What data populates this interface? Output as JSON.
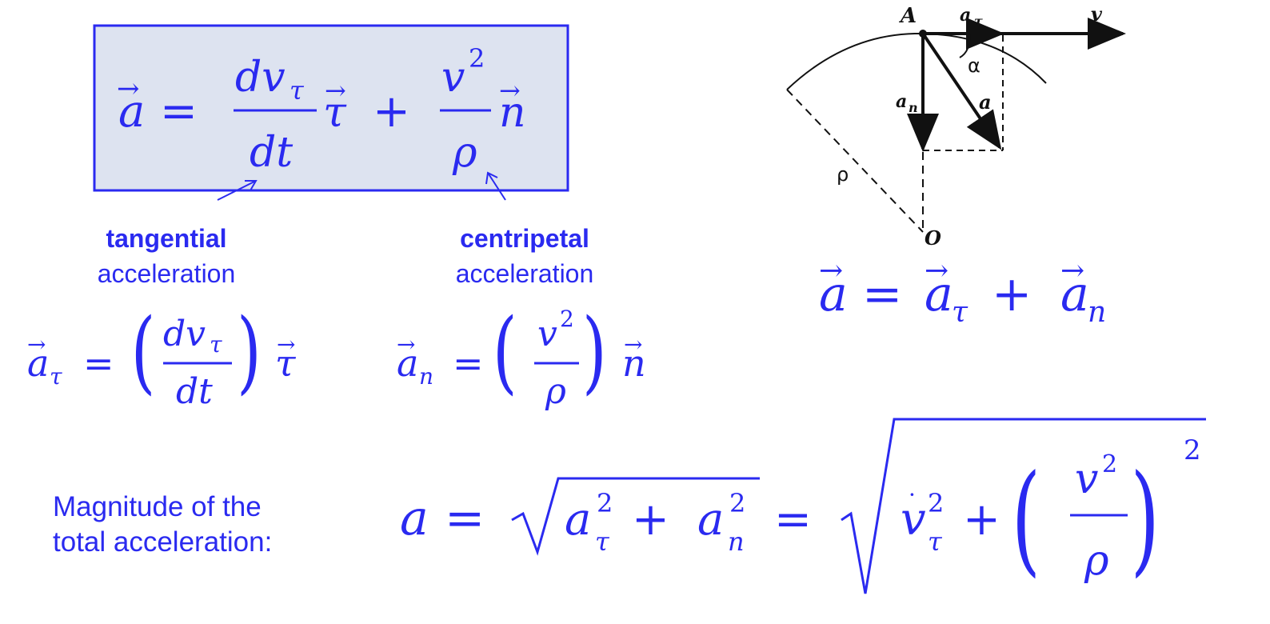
{
  "main_formula": {
    "lhs": "a",
    "eq": "=",
    "t1_num": "dv",
    "t1_num_sub": "τ",
    "t1_den": "dt",
    "tau_vec": "τ",
    "plus": "+",
    "t2_num": "v",
    "t2_num_sup": "2",
    "t2_den": "ρ",
    "n_vec": "n"
  },
  "labels": {
    "tangential_bold": "tangential",
    "tangential_sub": "acceleration",
    "centripetal_bold": "centripetal",
    "centripetal_sub": "acceleration"
  },
  "tangential_formula": {
    "lhs": "a",
    "lhs_sub": "τ",
    "num": "dv",
    "num_sub": "τ",
    "den": "dt",
    "vec": "τ"
  },
  "normal_formula": {
    "lhs": "a",
    "lhs_sub": "n",
    "num": "v",
    "num_sup": "2",
    "den": "ρ",
    "vec": "n"
  },
  "sum_formula": {
    "lhs": "a",
    "t1": "a",
    "t1_sub": "τ",
    "t2": "a",
    "t2_sub": "n"
  },
  "magnitude": {
    "text_line1": "Magnitude of the",
    "text_line2": "total acceleration:",
    "lhs": "a",
    "r1": "a",
    "r1_sub": "τ",
    "r1_sup": "2",
    "r2": "a",
    "r2_sub": "n",
    "r2_sup": "2",
    "r3": "v",
    "r3_sub": "τ",
    "r3_sup": "2",
    "r4_num": "v",
    "r4_num_sup": "2",
    "r4_den": "ρ",
    "outer_sup": "2"
  },
  "diagram": {
    "point_A": "A",
    "a_tau": "a",
    "a_tau_sub": "τ",
    "v": "v",
    "alpha": "α",
    "a_n": "a",
    "a_n_sub": "n",
    "a": "a",
    "rho": "ρ",
    "O": "O"
  },
  "colors": {
    "formula_blue": "#2a2af0",
    "box_fill": "#dde3f0",
    "box_border": "#2a2af0",
    "diagram": "#111111"
  }
}
